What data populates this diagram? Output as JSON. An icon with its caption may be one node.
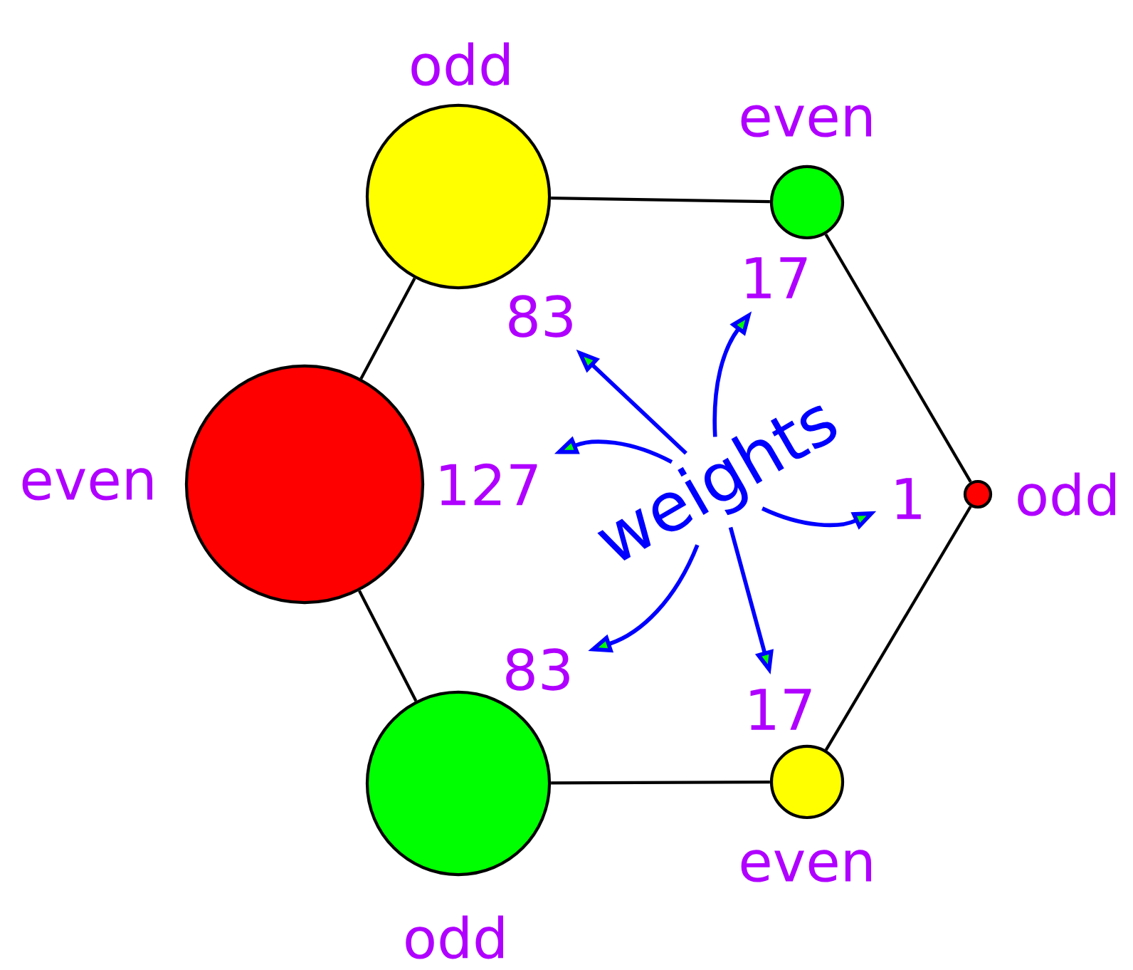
{
  "diagram": {
    "nodes": [
      {
        "text": [],
        "shape": "circle",
        "beside": [
          "odd"
        ]
      },
      {
        "text": [],
        "shape": "circle",
        "beside": [
          "even"
        ]
      },
      {
        "text": [],
        "shape": "circle",
        "beside": [
          "odd"
        ]
      },
      {
        "text": [],
        "shape": "circle",
        "beside": [
          "even"
        ]
      },
      {
        "text": [],
        "shape": "circle",
        "beside": [
          "odd"
        ]
      },
      {
        "text": [],
        "shape": "circle",
        "beside": [
          "even"
        ]
      },
      {
        "text": [
          "weights"
        ]
      },
      {
        "text": [
          "83"
        ]
      },
      {
        "text": [
          "17"
        ]
      },
      {
        "text": [
          "127"
        ]
      },
      {
        "text": [
          "1"
        ]
      },
      {
        "text": [
          "83"
        ]
      },
      {
        "text": [
          "17"
        ]
      }
    ],
    "edges": [
      {
        "from": 0,
        "to": 1,
        "arrow": "none"
      },
      {
        "from": 1,
        "to": 2,
        "arrow": "none"
      },
      {
        "from": 2,
        "to": 3,
        "arrow": "none"
      },
      {
        "from": 3,
        "to": 4,
        "arrow": "none"
      },
      {
        "from": 4,
        "to": 5,
        "arrow": "none"
      },
      {
        "from": 5,
        "to": 0,
        "arrow": "none"
      },
      {
        "from": 6,
        "to": 7,
        "arrow": "to",
        "color": "#0000ff"
      },
      {
        "from": 6,
        "to": 8,
        "arrow": "to",
        "color": "#0000ff"
      },
      {
        "from": 6,
        "to": 9,
        "arrow": "to",
        "color": "#0000ff"
      },
      {
        "from": 6,
        "to": 10,
        "arrow": "to",
        "color": "#0000ff"
      },
      {
        "from": 6,
        "to": 11,
        "arrow": "to",
        "color": "#0000ff"
      },
      {
        "from": 6,
        "to": 12,
        "arrow": "to",
        "color": "#0000ff"
      }
    ]
  }
}
